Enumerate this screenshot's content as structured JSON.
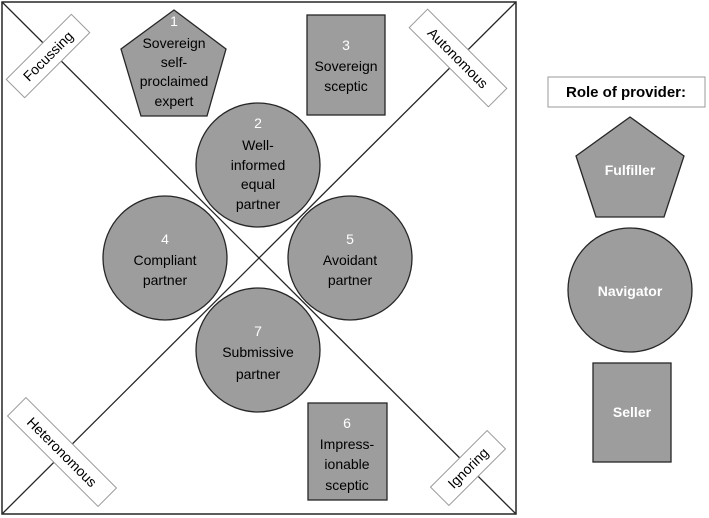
{
  "corners": {
    "focussing": "Focussing",
    "autonomous": "Autonomous",
    "heteronomous": "Heteronomous",
    "ignoring": "Ignoring"
  },
  "roles": [
    {
      "id": "1",
      "shape": "pentagon",
      "lines": [
        "Sovereign",
        "self-",
        "proclaimed",
        "expert"
      ]
    },
    {
      "id": "2",
      "shape": "circle",
      "lines": [
        "Well-",
        "informed",
        "equal",
        "partner"
      ]
    },
    {
      "id": "3",
      "shape": "rectangle",
      "lines": [
        "Sovereign",
        "sceptic"
      ]
    },
    {
      "id": "4",
      "shape": "circle",
      "lines": [
        "Compliant",
        "partner"
      ]
    },
    {
      "id": "5",
      "shape": "circle",
      "lines": [
        "Avoidant",
        "partner"
      ]
    },
    {
      "id": "6",
      "shape": "rectangle",
      "lines": [
        "Impress-",
        "ionable",
        "sceptic"
      ]
    },
    {
      "id": "7",
      "shape": "circle",
      "lines": [
        "Submissive",
        "partner"
      ]
    }
  ],
  "legend": {
    "title": "Role of provider:",
    "items": [
      {
        "shape": "pentagon",
        "label": "Fulfiller"
      },
      {
        "shape": "circle",
        "label": "Navigator"
      },
      {
        "shape": "rectangle",
        "label": "Seller"
      }
    ]
  },
  "colors": {
    "shape_fill": "#9d9d9d",
    "stroke": "#262626",
    "background": "#ffffff"
  }
}
